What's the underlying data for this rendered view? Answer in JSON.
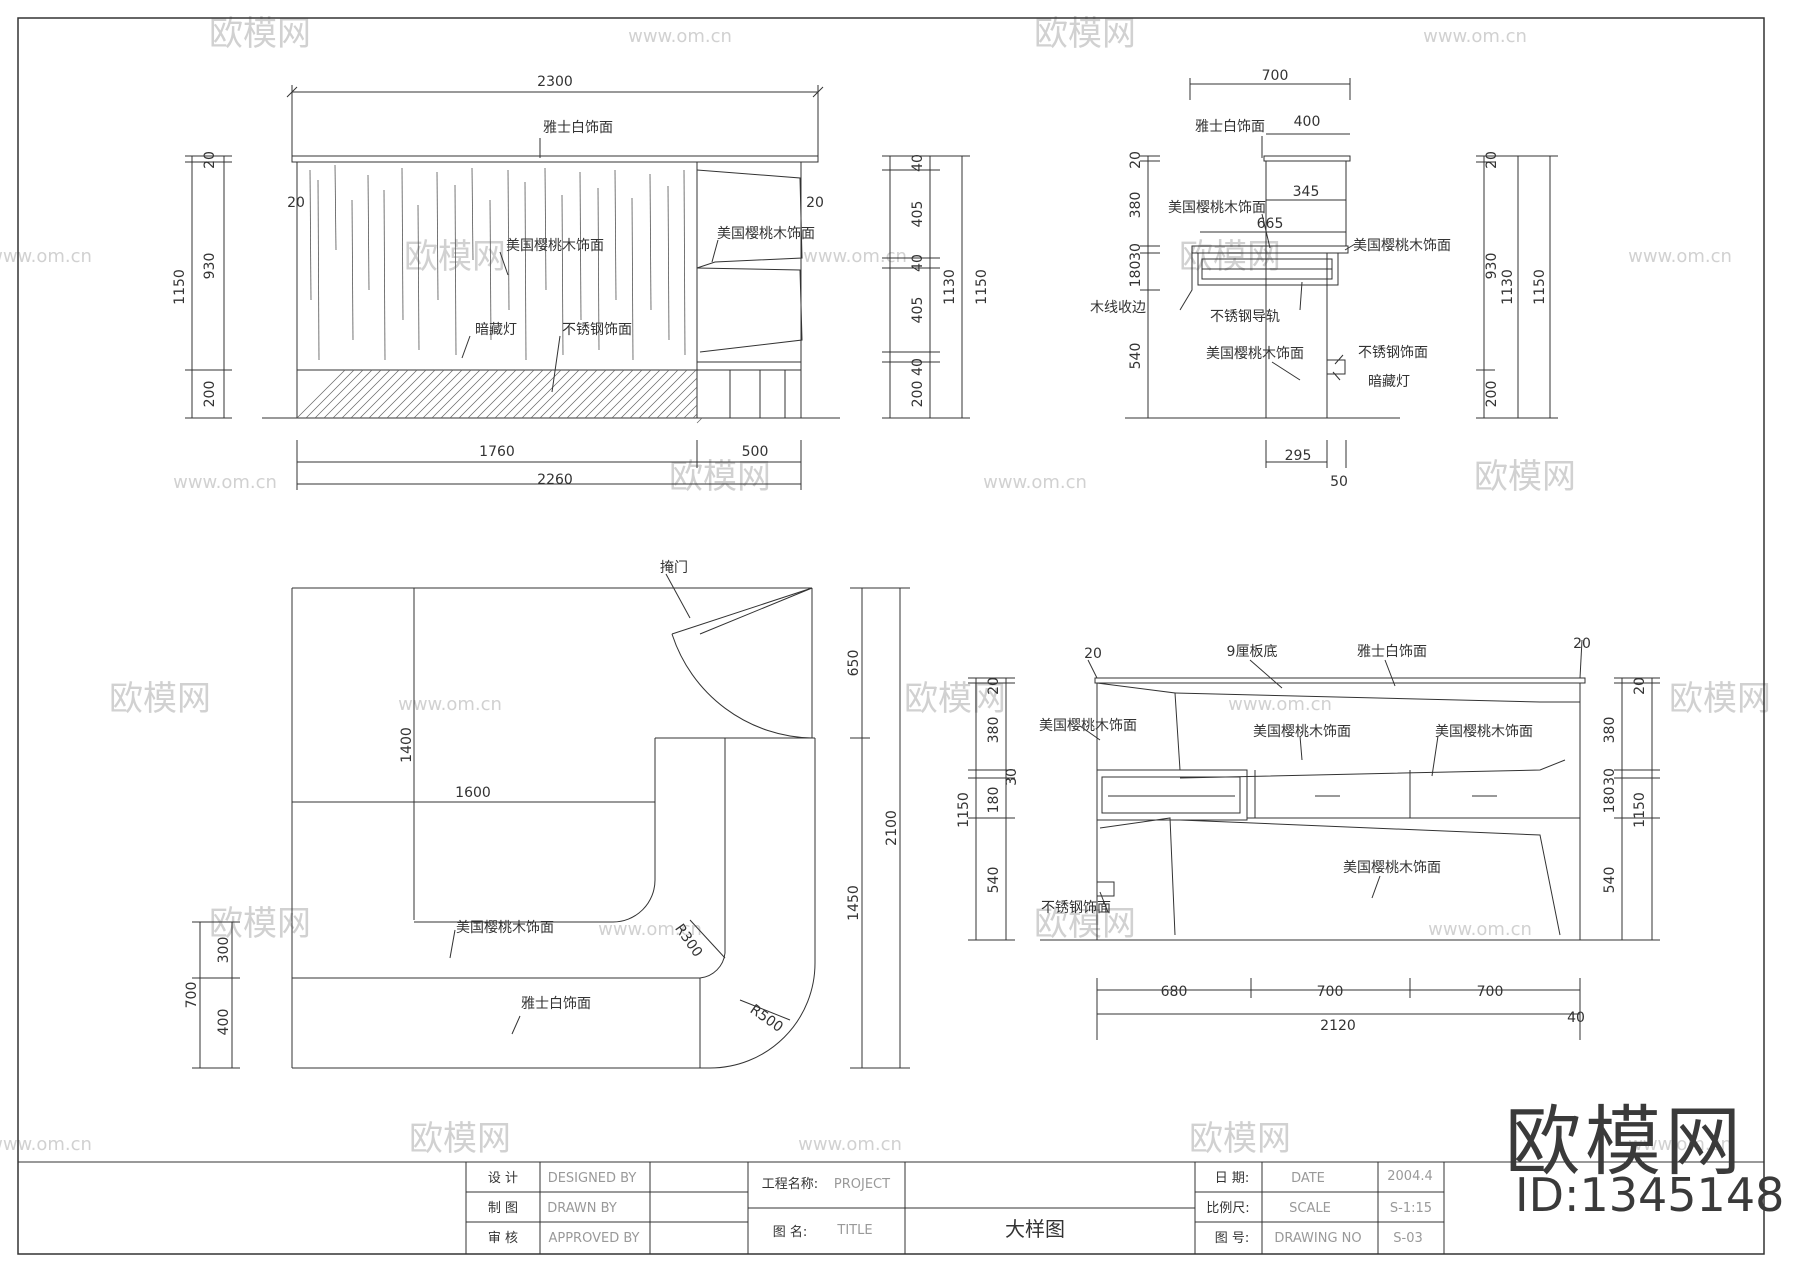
{
  "colors": {
    "line": "#333333",
    "watermark": "#c9c9c9",
    "dim": "#555555"
  },
  "watermark": {
    "brand": "欧模网",
    "url": "www.om.cn",
    "id": "ID:1345148"
  },
  "front_elevation": {
    "dim_total_top": "2300",
    "dim_bottom_a": "1760",
    "dim_bottom_b": "500",
    "dim_bottom_total": "2260",
    "dim_left": [
      "20",
      "930",
      "200",
      "1150"
    ],
    "dim_right": [
      "40",
      "405",
      "40",
      "405",
      "40",
      "200",
      "1130",
      "1150"
    ],
    "edge_20_left": "20",
    "edge_20_right": "20",
    "labels": [
      "雅士白饰面",
      "美国樱桃木饰面",
      "美国樱桃木饰面",
      "暗藏灯",
      "不锈钢饰面"
    ]
  },
  "side_section": {
    "dim_top": "700",
    "dim_400": "400",
    "dim_345": "345",
    "dim_665": "665",
    "dim_295": "295",
    "dim_50": "50",
    "dim_left": [
      "20",
      "380",
      "30",
      "180",
      "540"
    ],
    "dim_right": [
      "20",
      "930",
      "200",
      "1130",
      "1150"
    ],
    "labels": [
      "雅士白饰面",
      "美国樱桃木饰面",
      "美国樱桃木饰面",
      "木线收边",
      "不锈钢导轨",
      "美国樱桃木饰面",
      "不锈钢饰面",
      "暗藏灯"
    ]
  },
  "plan": {
    "label_door": "掩门",
    "dim_1400": "1400",
    "dim_1600": "1600",
    "dim_650": "650",
    "dim_2100": "2100",
    "dim_1450": "1450",
    "dim_300": "300",
    "dim_400": "400",
    "dim_700": "700",
    "r300": "R300",
    "r500": "R500",
    "labels": [
      "美国樱桃木饰面",
      "雅士白饰面"
    ]
  },
  "back_elevation": {
    "dim_20_top_left": "20",
    "dim_20_top_right": "20",
    "label_board": "9厘板底",
    "label_top": "雅士白饰面",
    "dim_left": [
      "20",
      "380",
      "30",
      "180",
      "540",
      "1150"
    ],
    "dim_right": [
      "20",
      "380",
      "30",
      "180",
      "540",
      "1150"
    ],
    "dim_bottom": [
      "680",
      "700",
      "700"
    ],
    "dim_total": "2120",
    "dim_40": "40",
    "labels": [
      "美国樱桃木饰面",
      "美国樱桃木饰面",
      "美国樱桃木饰面",
      "美国樱桃木饰面",
      "不锈钢饰面"
    ]
  },
  "title_block": {
    "designed_cn": "设 计",
    "designed_en": "DESIGNED BY",
    "drawn_cn": "制 图",
    "drawn_en": "DRAWN BY",
    "approved_cn": "审 核",
    "approved_en": "APPROVED BY",
    "project_cn": "工程名称:",
    "project_en": "PROJECT",
    "title_cn": "图    名:",
    "title_en": "TITLE",
    "title_value": "大样图",
    "date_cn": "日    期:",
    "date_en": "DATE",
    "date_value": "2004.4",
    "scale_cn": "比例尺:",
    "scale_en": "SCALE",
    "scale_value": "S-1:15",
    "drawing_cn": "图    号:",
    "drawing_en": "DRAWING NO",
    "drawing_value": "S-03"
  }
}
